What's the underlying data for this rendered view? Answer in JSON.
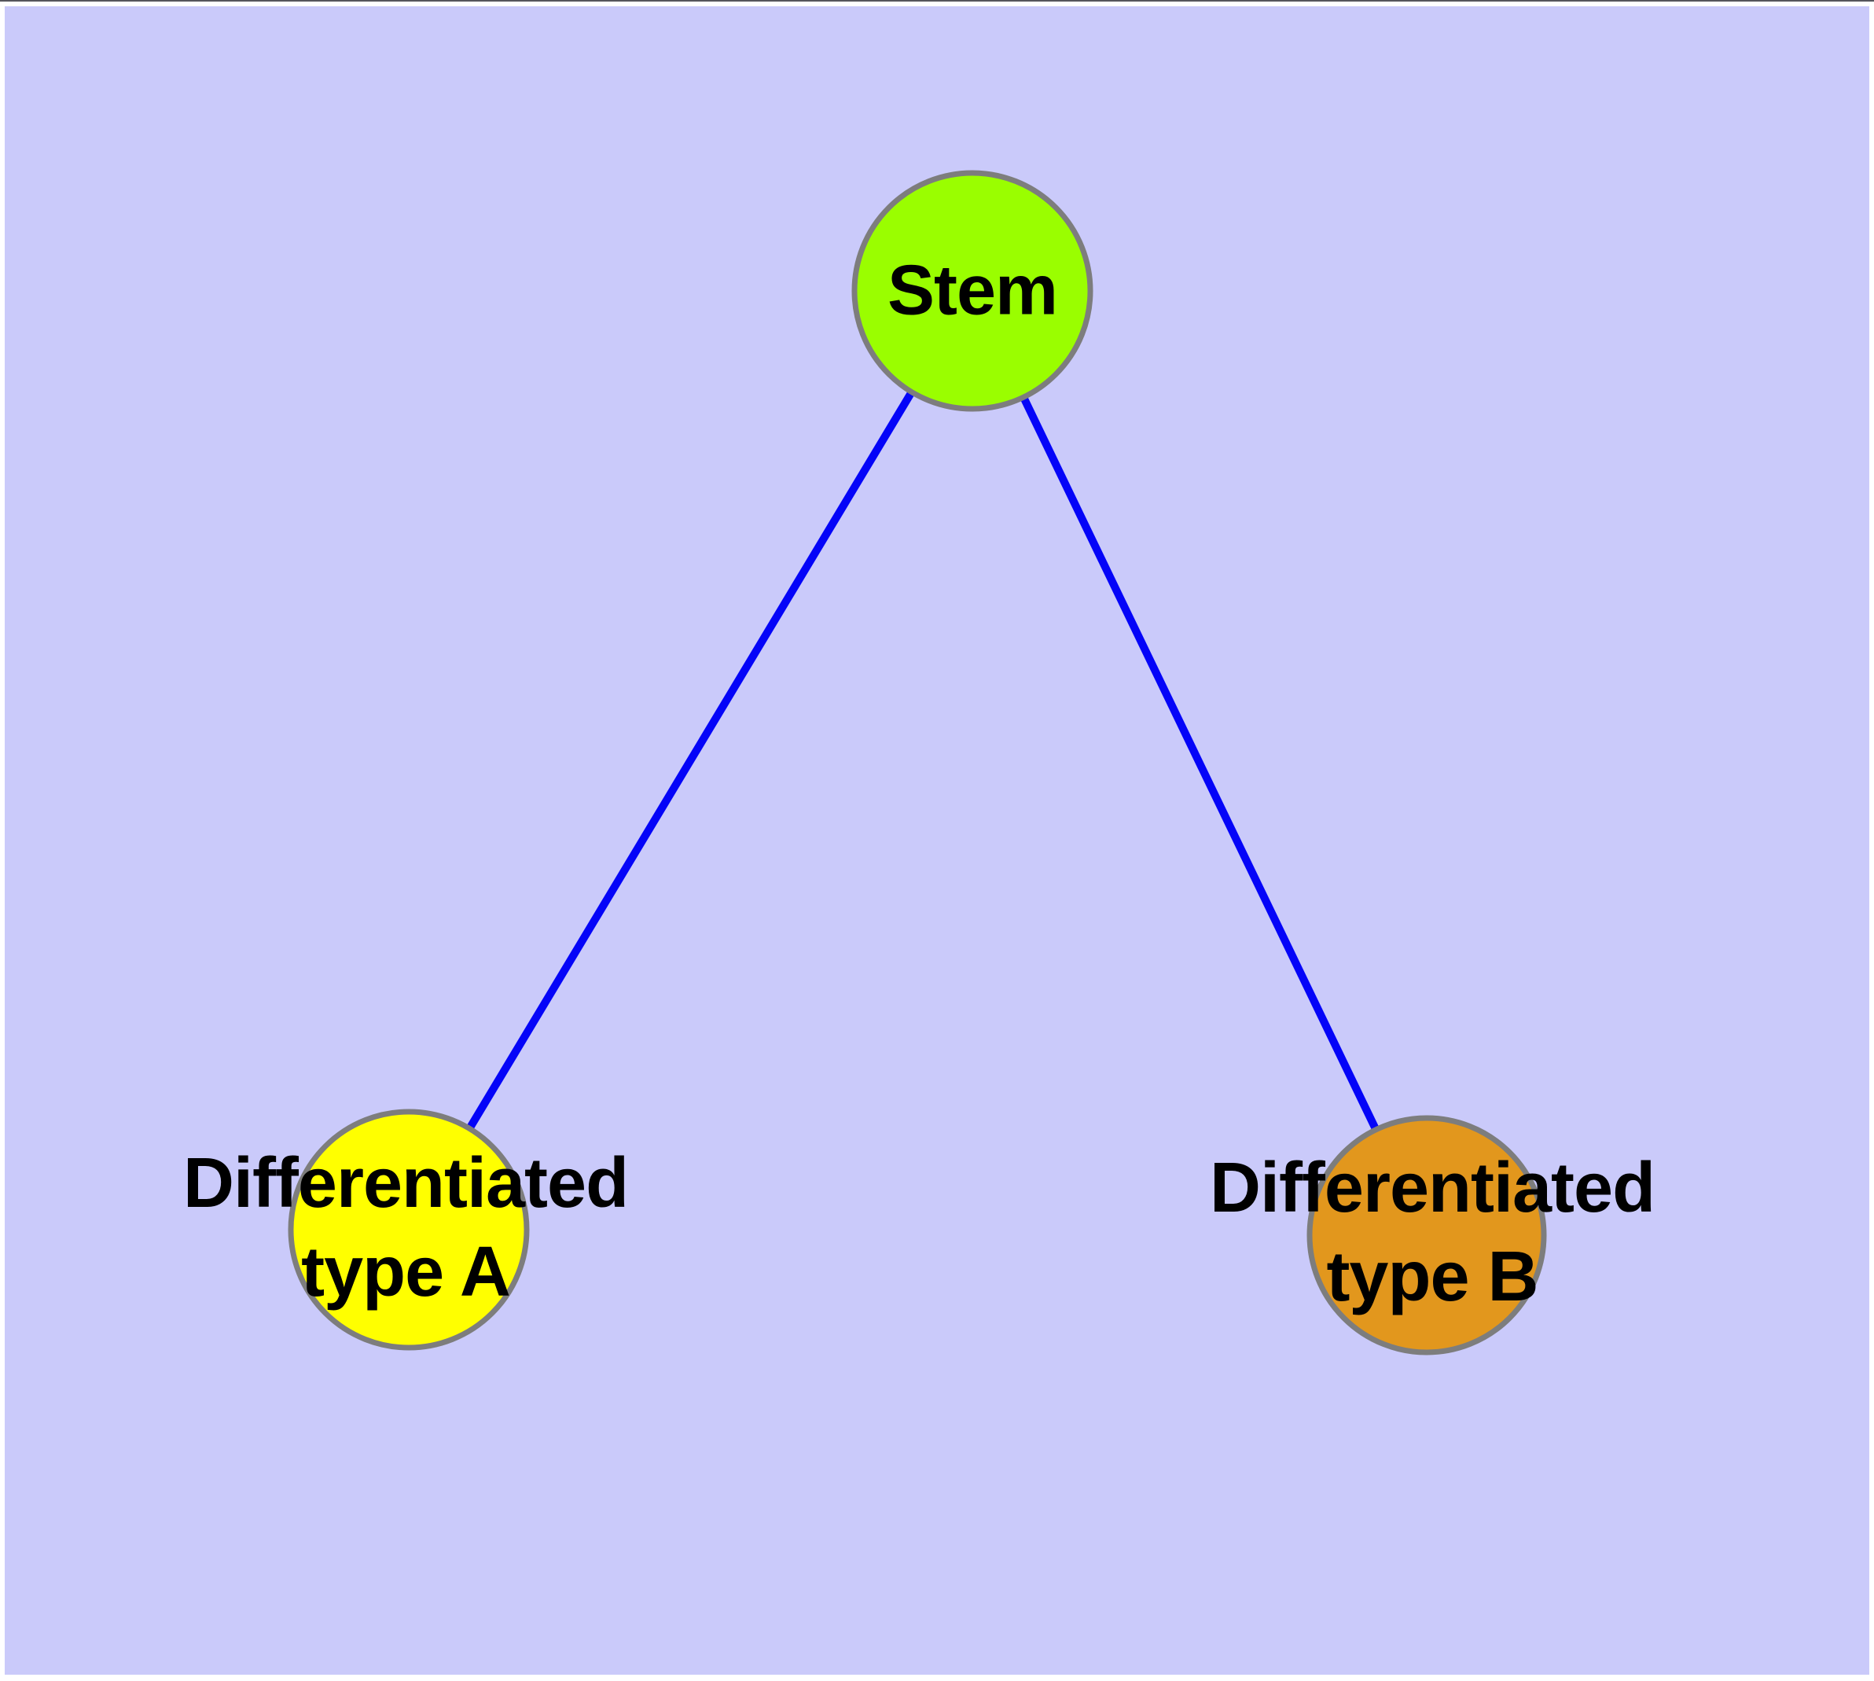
{
  "diagram": {
    "type": "graph",
    "background_color": "#cacafa",
    "frame_color": "#ffffff",
    "edge_color": "#0404f8",
    "node_border_color": "#7d7d7d",
    "label_color": "#000000",
    "nodes": [
      {
        "id": "stem",
        "label": "Stem",
        "label_line1": "Stem",
        "label_line2": "",
        "color": "#9afe00"
      },
      {
        "id": "differentiated-type-a",
        "label": "Differentiated type A",
        "label_line1": "Differentiated",
        "label_line2": "type A",
        "color": "#ffff00"
      },
      {
        "id": "differentiated-type-b",
        "label": "Differentiated type B",
        "label_line1": "Differentiated",
        "label_line2": "type B",
        "color": "#e2971d"
      }
    ],
    "edges": [
      {
        "from": "Stem",
        "to": "Differentiated type A"
      },
      {
        "from": "Stem",
        "to": "Differentiated type B"
      }
    ]
  }
}
